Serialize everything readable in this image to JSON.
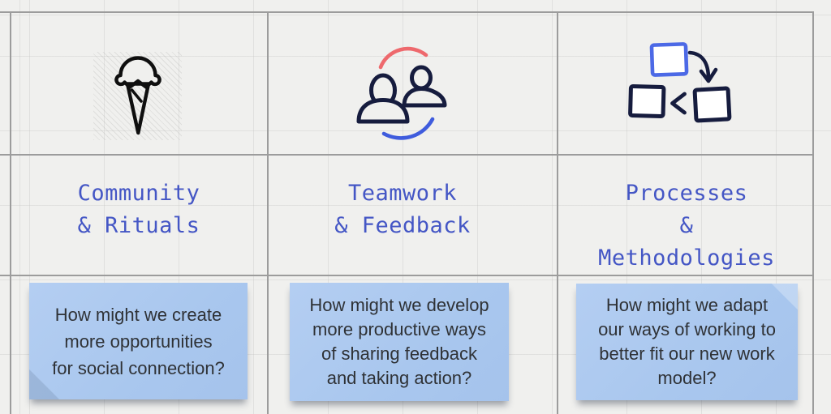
{
  "app": "whiteboard-topic-matrix",
  "colors": {
    "background": "#f0f0ee",
    "table_border": "#9c9c9c",
    "title_text": "#4456c5",
    "sticky_fill": "#a9c7ee",
    "sticky_text": "#2f3236",
    "icon_black": "#0f0f0f",
    "icon_navy": "#161c3e",
    "icon_red_arc": "#ee696d",
    "icon_blue_arc": "#3f5cdd",
    "icon_blue_square": "#4c69e6"
  },
  "columns": [
    {
      "icon": "ice-cream-icon",
      "title": "Community\n& Rituals",
      "sticky_note": "How might we create\nmore opportunities\nfor social connection?"
    },
    {
      "icon": "people-sync-icon",
      "title": "Teamwork\n& Feedback",
      "sticky_note": "How might we develop\nmore productive ways\nof sharing feedback\nand taking action?"
    },
    {
      "icon": "process-squares-icon",
      "title": "Processes\n& Methodologies",
      "sticky_note": "How might we adapt\nour ways of working to\nbetter fit our new work\nmodel?"
    }
  ]
}
